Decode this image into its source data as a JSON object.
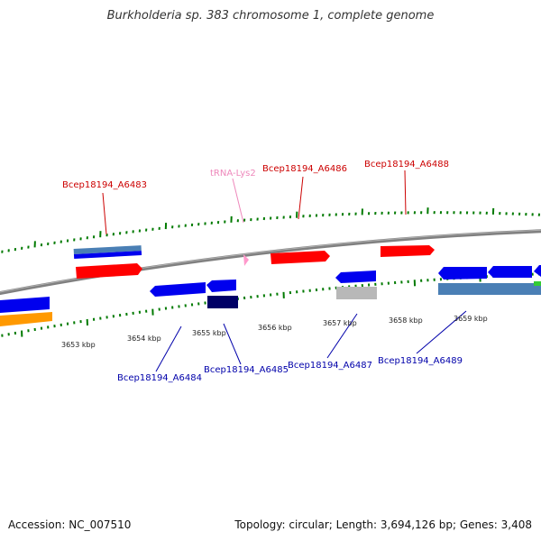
{
  "title": "Burkholderia sp. 383 chromosome 1, complete genome",
  "accession": "Accession: NC_007510",
  "summary": "Topology: circular; Length: 3,694,126 bp; Genes: 3,408",
  "colors": {
    "backbone": "#808080",
    "tick_major": "#007a00",
    "tick_minor": "#007a00",
    "gene_forward": "#ff0000",
    "gene_reverse": "#0000ee",
    "trna": "#ff99cc",
    "label_forward": "#cc0000",
    "label_reverse": "#0000aa",
    "label_trna": "#ee88bb",
    "cds_light": "#4a7fb5",
    "cds_dark": "#000066",
    "misc_grey": "#b8b8b8",
    "misc_orange": "#ff9900",
    "misc_green": "#33cc33"
  },
  "scale_labels": [
    "3653 kbp",
    "3654 kbp",
    "3655 kbp",
    "3656 kbp",
    "3657 kbp",
    "3658 kbp",
    "3659 kbp"
  ],
  "gene_labels": [
    {
      "text": "Bcep18194_A6483",
      "strand": "forward"
    },
    {
      "text": "tRNA-Lys2",
      "strand": "trna"
    },
    {
      "text": "Bcep18194_A6486",
      "strand": "forward"
    },
    {
      "text": "Bcep18194_A6488",
      "strand": "forward"
    },
    {
      "text": "Bcep18194_A6484",
      "strand": "reverse"
    },
    {
      "text": "Bcep18194_A6485",
      "strand": "reverse"
    },
    {
      "text": "Bcep18194_A6487",
      "strand": "reverse"
    },
    {
      "text": "Bcep18194_A6489",
      "strand": "reverse"
    }
  ]
}
